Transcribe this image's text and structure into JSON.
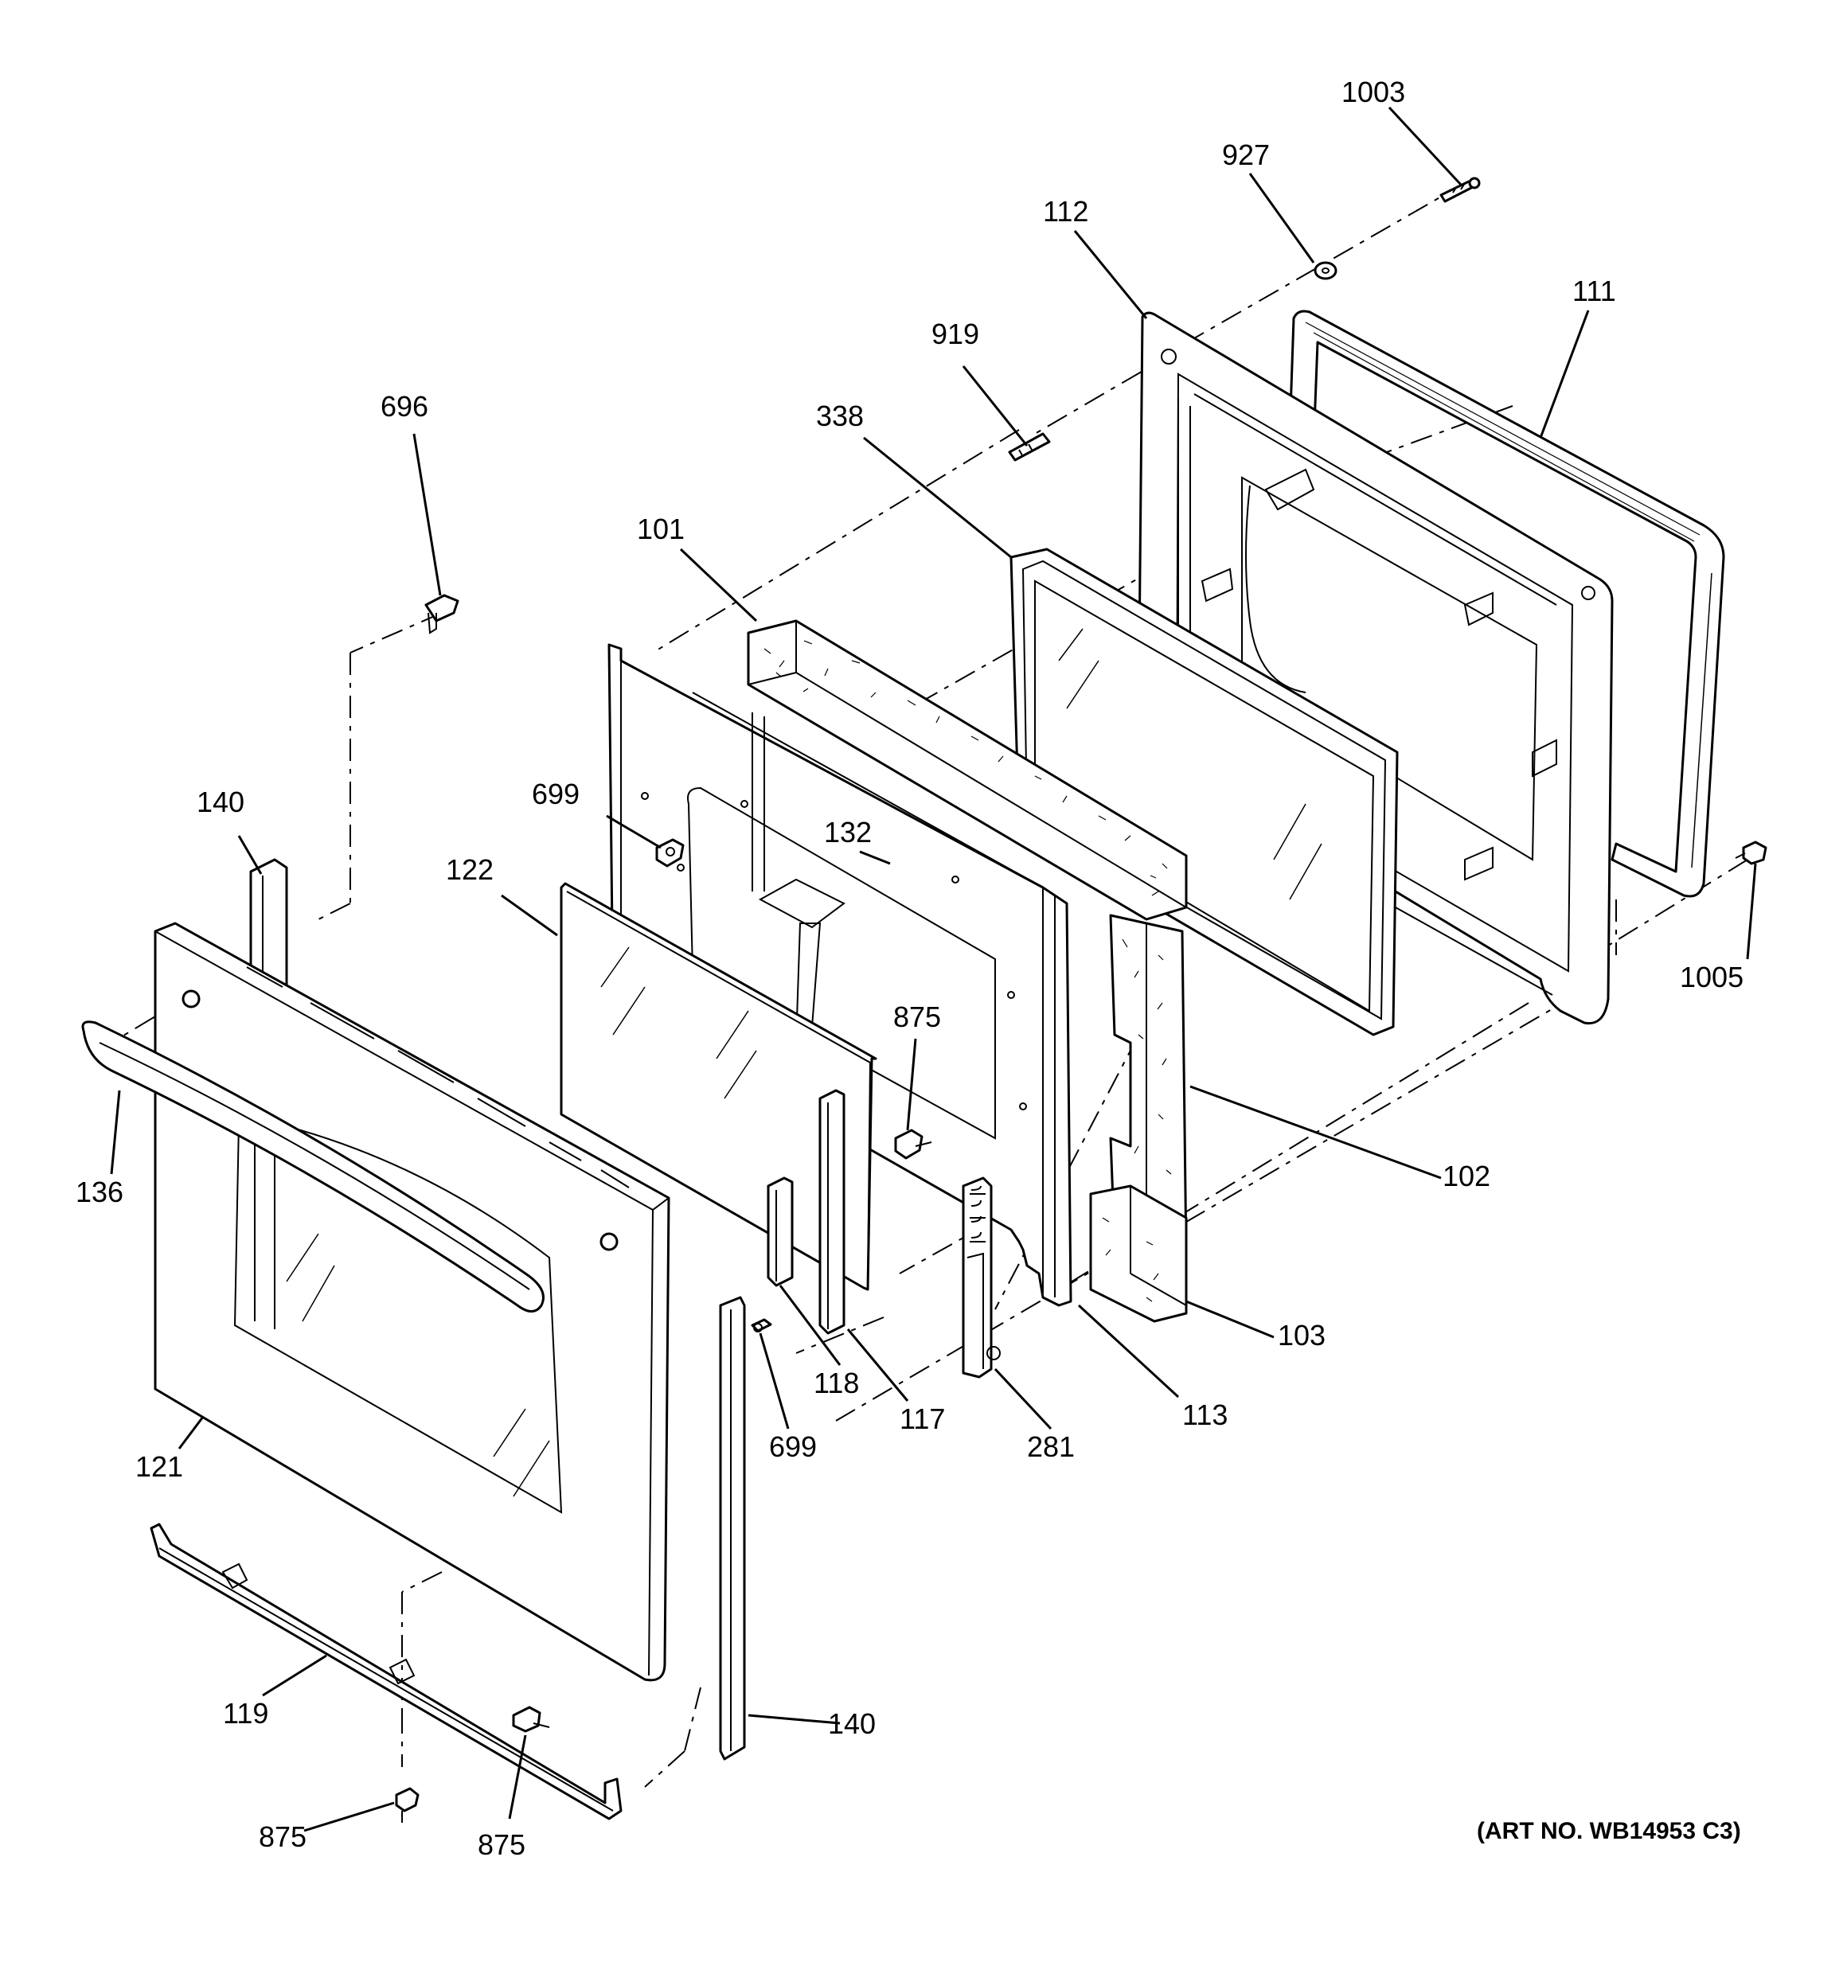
{
  "diagram": {
    "art_number": "(ART NO. WB14953 C3)",
    "callouts": {
      "c1003": "1003",
      "c927": "927",
      "c112": "112",
      "c111": "111",
      "c919": "919",
      "c338": "338",
      "c696": "696",
      "c101": "101",
      "c699a": "699",
      "c132": "132",
      "c140a": "140",
      "c122": "122",
      "c1005": "1005",
      "c875a": "875",
      "c136": "136",
      "c102": "102",
      "c103": "103",
      "c118": "118",
      "c117": "117",
      "c113": "113",
      "c699b": "699",
      "c281": "281",
      "c121": "121",
      "c119": "119",
      "c140b": "140",
      "c875b": "875",
      "c875c": "875"
    }
  }
}
